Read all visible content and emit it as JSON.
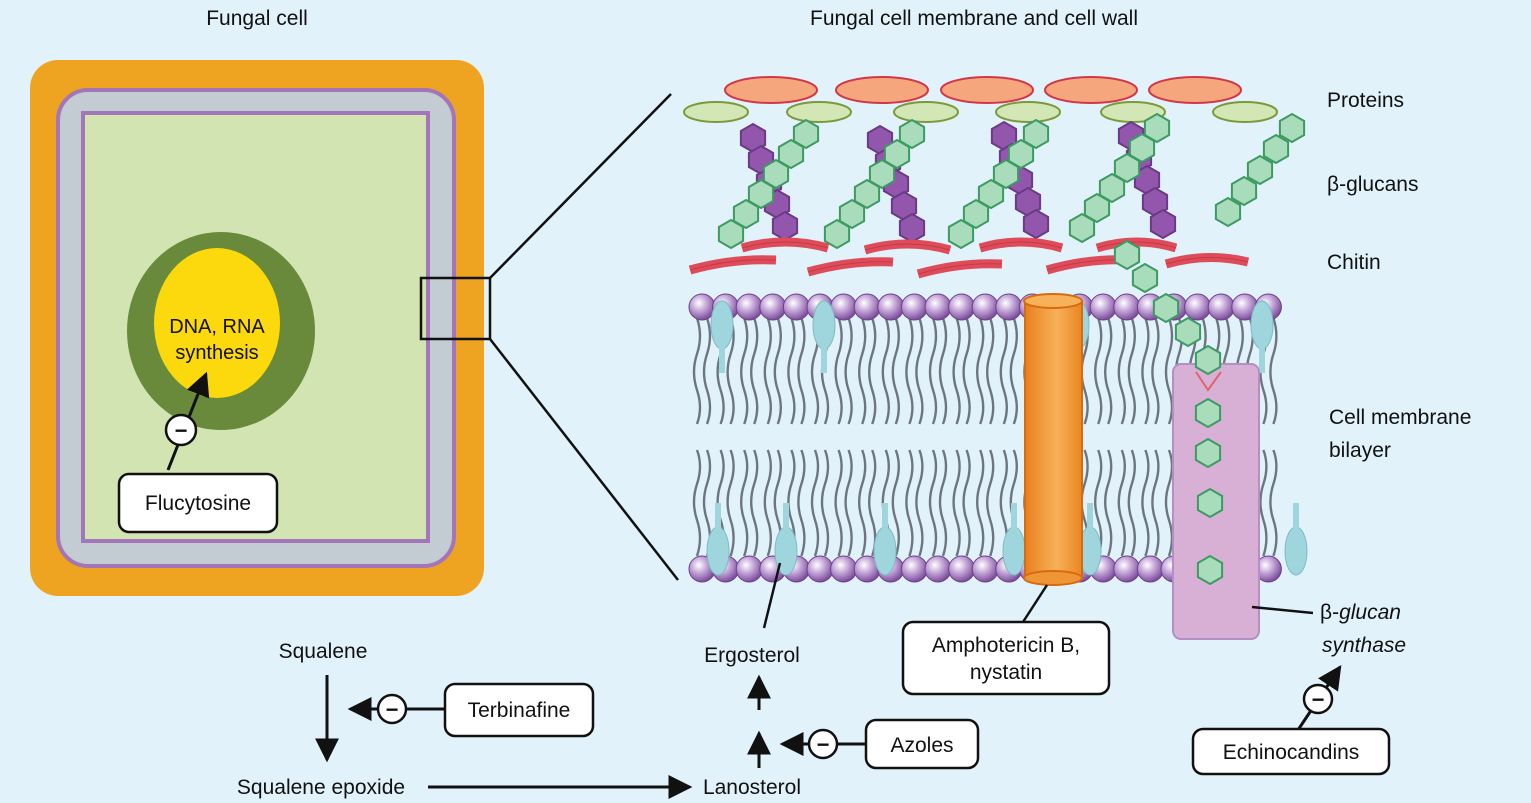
{
  "titles": {
    "fungal_cell": "Fungal cell",
    "membrane_wall": "Fungal cell membrane and cell wall"
  },
  "cell": {
    "nucleus_label_line1": "DNA, RNA",
    "nucleus_label_line2": "synthesis"
  },
  "layers": {
    "proteins": "Proteins",
    "glucans": "β-glucans",
    "chitin": "Chitin",
    "bilayer_line1": "Cell membrane",
    "bilayer_line2": "bilayer"
  },
  "drugs": {
    "flucytosine": "Flucytosine",
    "terbinafine": "Terbinafine",
    "azoles": "Azoles",
    "amphotericin_line1": "Amphotericin B,",
    "amphotericin_line2": "nystatin",
    "echinocandins": "Echinocandins"
  },
  "pathway": {
    "squalene": "Squalene",
    "squalene_epoxide": "Squalene epoxide",
    "lanosterol": "Lanosterol",
    "ergosterol": "Ergosterol"
  },
  "enzyme": {
    "glucan_line1": "β-",
    "glucan_line1_italic": "glucan",
    "glucan_line2": "synthase"
  },
  "inhibit_symbol": "−",
  "colors": {
    "background": "#e1f2fa",
    "cell_wall": "#eea420",
    "membrane_gray": "#c3cbd3",
    "cytoplasm": "#d3e4b3",
    "nucleus_ring": "#698a3a",
    "nucleoplasm": "#fbd90c",
    "protein_red": "#f6a67c",
    "protein_green": "#d3e6b5",
    "glucan_green": "#a9dcbb",
    "glucan_purple": "#9356ad",
    "chitin": "#de4c5a",
    "lipid_head": "#a985c3",
    "ergosterol": "#9fd6de",
    "amphotericin": "#ef9535",
    "synthase": "#d8b0d6"
  }
}
